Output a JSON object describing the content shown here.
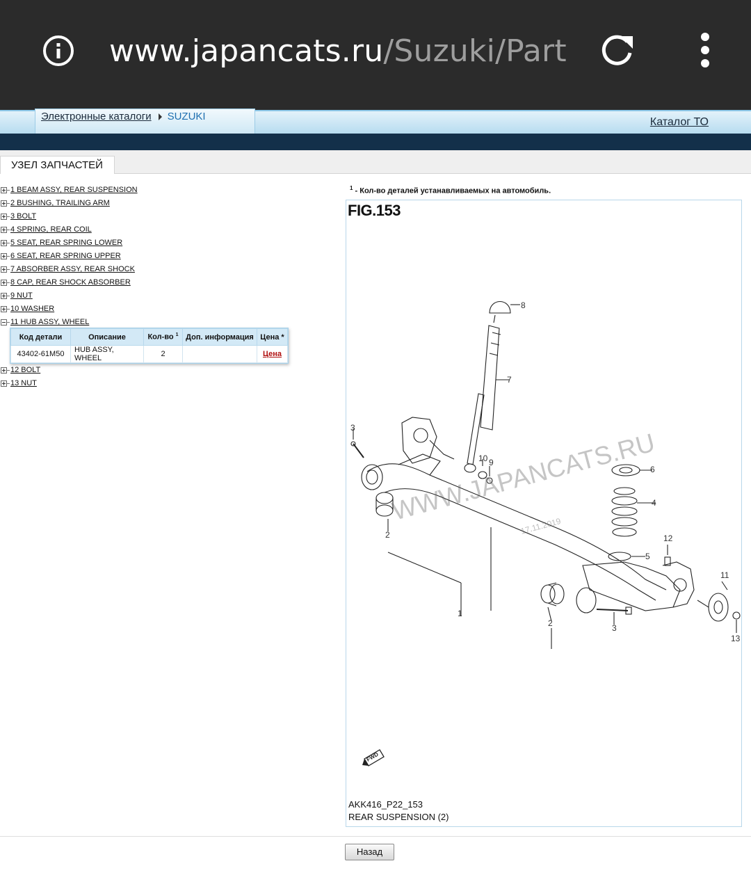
{
  "browser": {
    "url_host": "www.japancats.ru",
    "url_path": "/Suzuki/Parts",
    "icons": [
      "info-icon",
      "reload-icon",
      "more-vert-icon"
    ]
  },
  "header": {
    "breadcrumb": [
      "Электронные каталоги",
      "SUZUKI"
    ],
    "catalog_link": "Каталог ТО"
  },
  "section_tab": "УЗЕЛ ЗАПЧАСТЕЙ",
  "parts": [
    {
      "label": "1 BEAM ASSY, REAR SUSPENSION",
      "expanded": false
    },
    {
      "label": "2 BUSHING, TRAILING ARM",
      "expanded": false
    },
    {
      "label": "3 BOLT",
      "expanded": false
    },
    {
      "label": "4 SPRING, REAR COIL",
      "expanded": false
    },
    {
      "label": "5 SEAT, REAR SPRING LOWER",
      "expanded": false
    },
    {
      "label": "6 SEAT, REAR SPRING UPPER",
      "expanded": false
    },
    {
      "label": "7 ABSORBER ASSY, REAR SHOCK",
      "expanded": false
    },
    {
      "label": "8 CAP, REAR SHOCK ABSORBER",
      "expanded": false
    },
    {
      "label": "9 NUT",
      "expanded": false
    },
    {
      "label": "10 WASHER",
      "expanded": false
    },
    {
      "label": "11 HUB ASSY, WHEEL",
      "expanded": true
    },
    {
      "label": "12 BOLT",
      "expanded": false
    },
    {
      "label": "13 NUT",
      "expanded": false
    }
  ],
  "detail": {
    "headers": {
      "code": "Код детали",
      "description": "Описание",
      "qty": "Кол-во",
      "qty_sup": "1",
      "info": "Доп. информация",
      "price": "Цена *"
    },
    "row": {
      "code": "43402-61M50",
      "description": "HUB ASSY, WHEEL",
      "qty": "2",
      "info": "",
      "price": "Цена"
    }
  },
  "footnote": {
    "sup": "1",
    "text": " - Кол-во деталей устанавливаемых на автомобиль."
  },
  "diagram": {
    "fig": "FIG.153",
    "watermark": "WWW.JAPANCATS.RU",
    "date": "17.11.2019",
    "code": "AKK416_P22_153",
    "caption": "REAR SUSPENSION (2)",
    "fwd": "FWD",
    "callouts": [
      "1",
      "2",
      "2",
      "3",
      "3",
      "4",
      "5",
      "6",
      "7",
      "8",
      "9",
      "10",
      "11",
      "12",
      "13"
    ]
  },
  "back_button": "Назад",
  "colors": {
    "chrome_bg": "#2b2b2b",
    "header_dark": "#13304a",
    "header_light": "#bfe0f2",
    "price_link": "#b01010",
    "table_head": "#d3e9f6"
  }
}
